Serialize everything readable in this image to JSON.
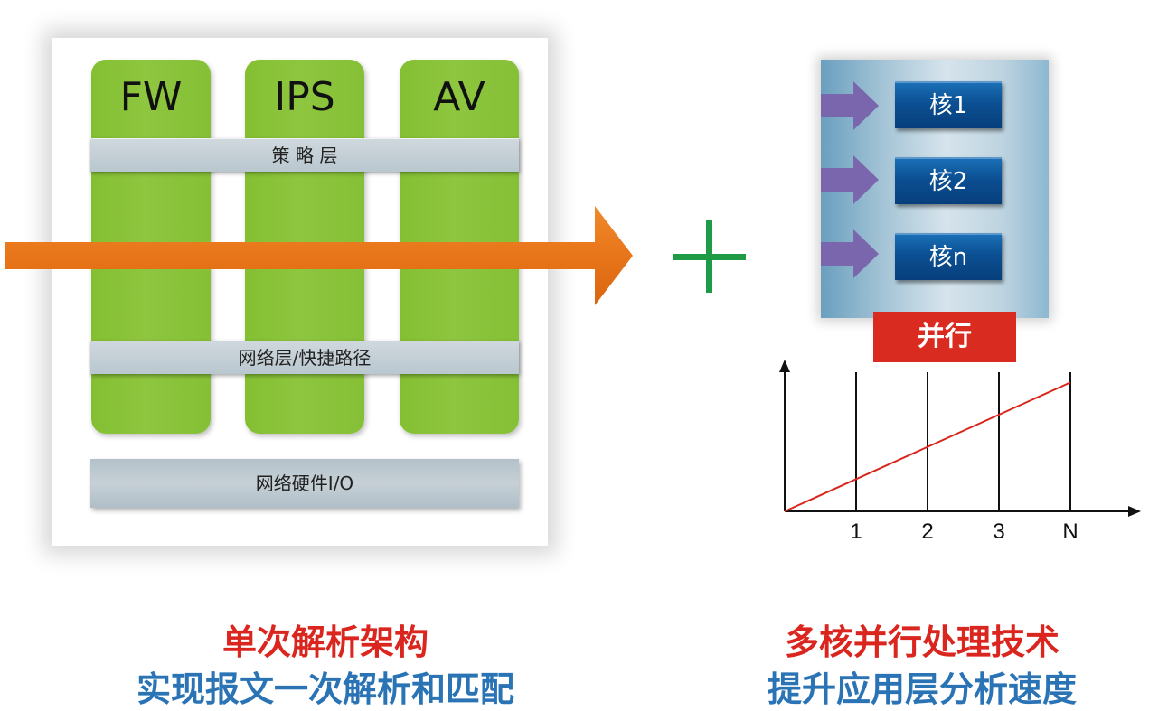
{
  "architecture": {
    "modules": [
      "FW",
      "IPS",
      "AV"
    ],
    "policy_layer": "策 略 层",
    "network_layer": "网络层/快捷路径",
    "hardware_io": "网络硬件I/O"
  },
  "cores": {
    "items": [
      "核1",
      "核2",
      "核n"
    ],
    "parallel_label": "并行"
  },
  "chart_data": {
    "type": "line",
    "x": [
      "",
      "1",
      "2",
      "3",
      "N"
    ],
    "series": [
      {
        "values": [
          0,
          1,
          2,
          3,
          4
        ]
      }
    ],
    "title": "",
    "xlabel": "",
    "ylabel": "",
    "ylim": [
      0,
      4.6
    ],
    "vertical_markers": [
      "1",
      "2",
      "3",
      "N"
    ],
    "grid": false,
    "line_color": "#d8261c"
  },
  "captions": {
    "left_title": "单次解析架构",
    "left_subtitle": "实现报文一次解析和匹配",
    "right_title": "多核并行处理技术",
    "right_subtitle": "提升应用层分析速度"
  },
  "colors": {
    "module_green": "#8ec63f",
    "flow_arrow": "#ea7a1f",
    "plus_green": "#1f9a45",
    "core_chip_blue": "#0b4f92",
    "core_arrow_purple": "#7a66ac",
    "accent_red": "#db261f",
    "subtitle_blue": "#2a74b5"
  }
}
